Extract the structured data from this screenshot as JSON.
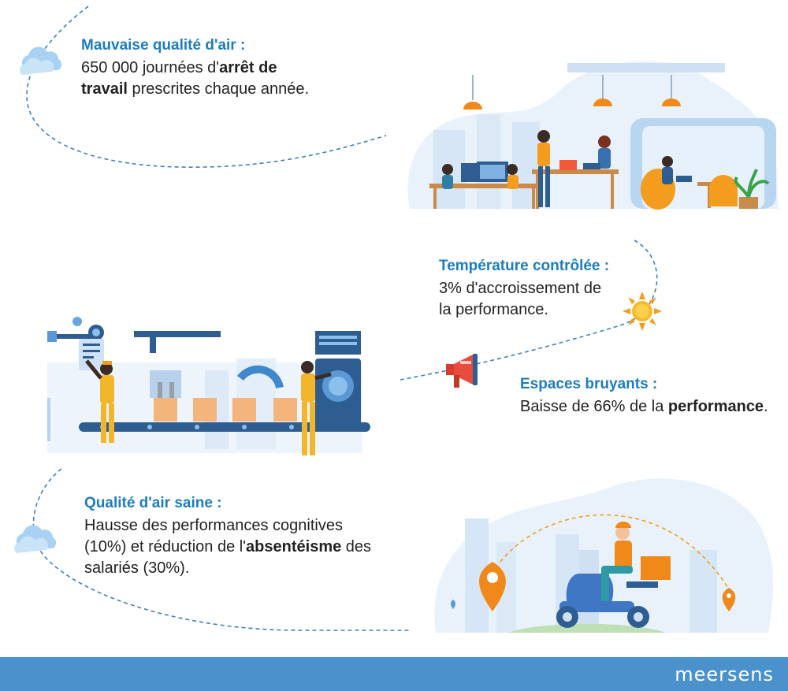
{
  "blocks": {
    "air_poor": {
      "title": "Mauvaise qualité d'air :",
      "l1a": "650 000 journées d'",
      "l1b": "arrêt de",
      "l2a": "travail",
      "l2b": " prescrites chaque année."
    },
    "temperature": {
      "title": "Température contrôlée :",
      "l1": "3% d'accroissement de",
      "l2": "la performance."
    },
    "noise": {
      "title": "Espaces bruyants :",
      "l1a": "Baisse de 66% de la ",
      "l1b": "performance",
      "l1c": "."
    },
    "air_good": {
      "title": "Qualité d'air saine :",
      "l1": "Hausse des performances cognitives",
      "l2a": "(10%) et réduction de l'",
      "l2b": "absentéisme",
      "l2c": " des",
      "l3": "salariés (30%)."
    }
  },
  "footer": {
    "brand": "meersens"
  },
  "icons": {
    "cloud_top": "cloud-icon",
    "cloud_bottom": "cloud-icon",
    "sun": "sun-icon",
    "megaphone": "megaphone-icon"
  },
  "colors": {
    "title_blue": "#1c7cc1",
    "footer_blue": "#4b92cc",
    "accent_orange": "#f39c1d"
  }
}
